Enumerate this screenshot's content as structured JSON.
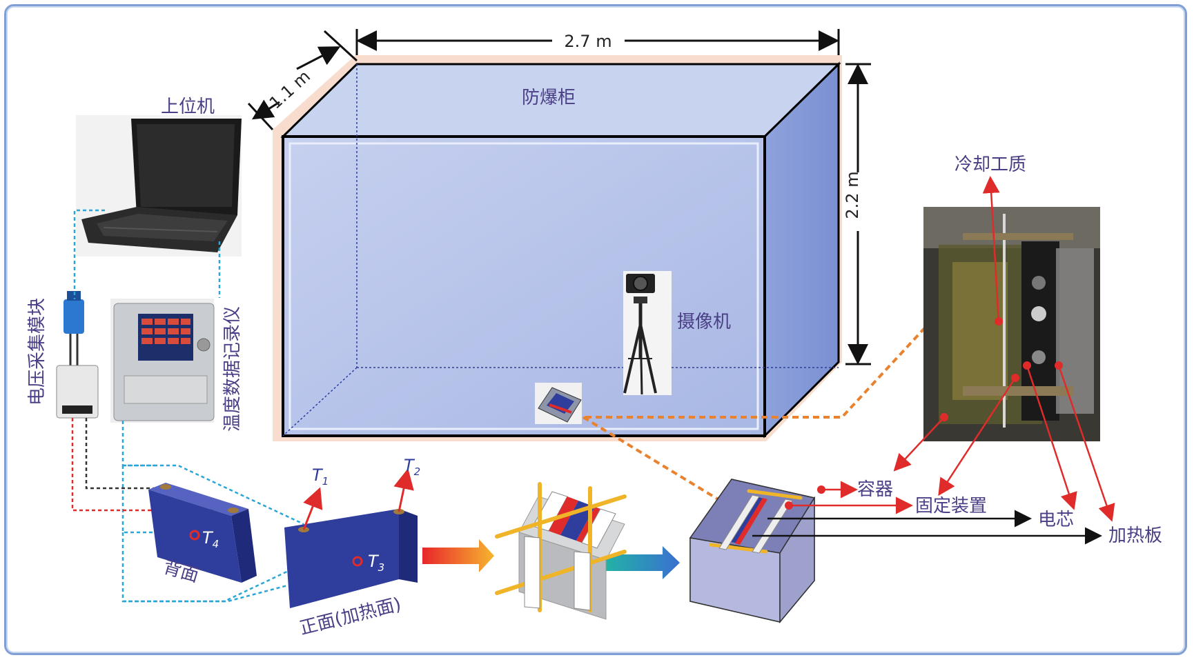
{
  "dimensions": {
    "width": "2.7 m",
    "depth": "1.1 m",
    "height": "2.2 m"
  },
  "labels": {
    "cabinet": "防爆柜",
    "host_pc": "上位机",
    "voltage_module": "电压采集模块",
    "temp_recorder": "温度数据记录仪",
    "camera": "摄像机",
    "coolant": "冷却工质",
    "container": "容器",
    "fixture": "固定装置",
    "cell": "电芯",
    "heater": "加热板",
    "back_face": "背面",
    "front_face": "正面(加热面)"
  },
  "sensors": {
    "t1": "T",
    "t1_sub": "1",
    "t2": "T",
    "t2_sub": "2",
    "t3": "T",
    "t3_sub": "3",
    "t4": "T",
    "t4_sub": "4"
  },
  "colors": {
    "cabinet_fill": "#aebde6",
    "battery_blue": "#2f3d9c",
    "arrow_red": "#e02b2b",
    "cable_blue": "#2aa6d6",
    "cable_orange": "#e9822f"
  }
}
